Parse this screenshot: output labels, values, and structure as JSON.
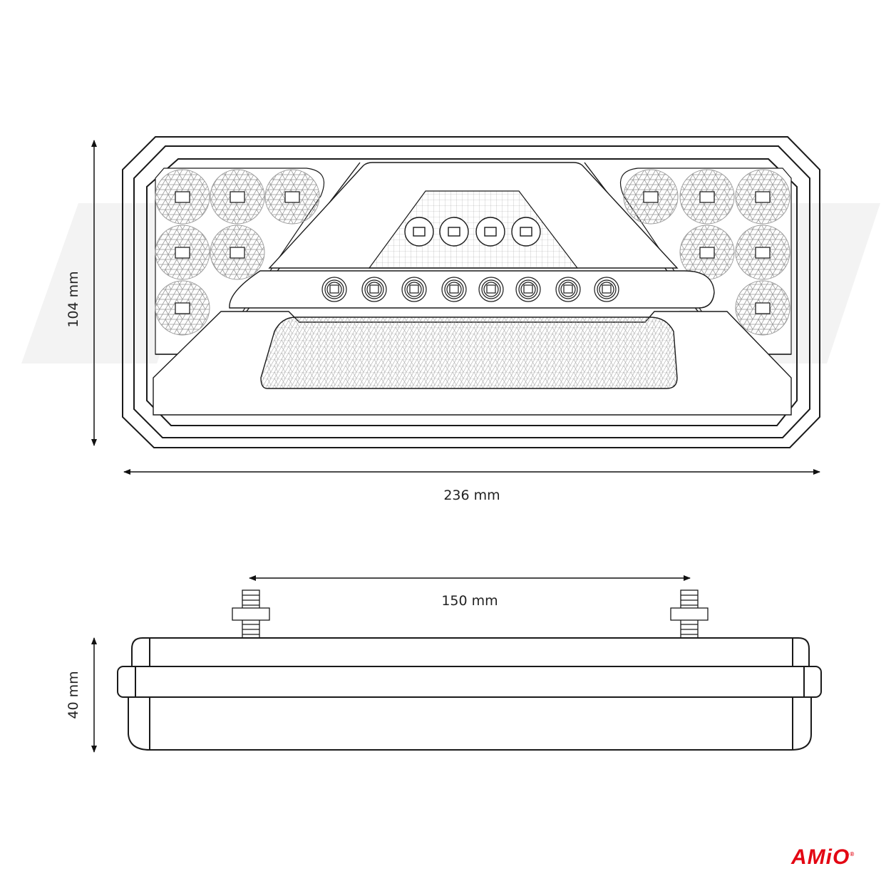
{
  "dimensions": {
    "height_front": "104 mm",
    "width_front": "236 mm",
    "stud_spacing": "150 mm",
    "depth": "40 mm"
  },
  "brand": {
    "logo_text": "AMiO",
    "color": "#e30613"
  },
  "colors": {
    "line": "#1a1a1a",
    "hatch": "#9a9a9a"
  }
}
